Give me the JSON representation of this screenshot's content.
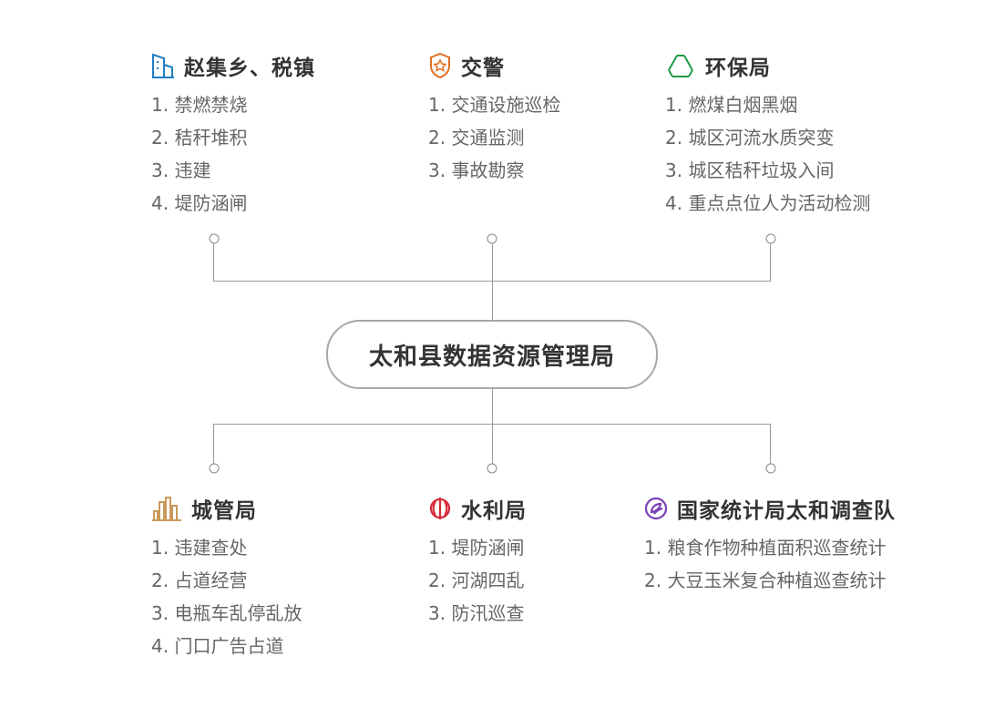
{
  "center": {
    "title": "太和县数据资源管理局"
  },
  "top_groups": [
    {
      "title": "赵集乡、税镇",
      "icon": "building-icon",
      "color": "#1f7fc4",
      "items": [
        "1. 禁燃禁烧",
        "2. 秸秆堆积",
        "3. 违建",
        "4. 堤防涵闸"
      ]
    },
    {
      "title": "交警",
      "icon": "police-badge-icon",
      "color": "#e07020",
      "items": [
        "1. 交通设施巡检",
        "2. 交通监测",
        "3. 事故勘察"
      ]
    },
    {
      "title": "环保局",
      "icon": "recycle-icon",
      "color": "#1f9a45",
      "items": [
        "1. 燃煤白烟黑烟",
        "2. 城区河流水质突变",
        "3. 城区秸秆垃圾入间",
        "4. 重点点位人为活动检测"
      ]
    }
  ],
  "bottom_groups": [
    {
      "title": "城管局",
      "icon": "city-buildings-icon",
      "color": "#c89a5a",
      "items": [
        "1. 违建查处",
        "2. 占道经营",
        "3. 电瓶车乱停乱放",
        "4. 门口广告占道"
      ]
    },
    {
      "title": "水利局",
      "icon": "water-conservancy-icon",
      "color": "#d62b3a",
      "items": [
        "1. 堤防涵闸",
        "2. 河湖四乱",
        "3. 防汛巡查"
      ]
    },
    {
      "title": "国家统计局太和调查队",
      "icon": "statistics-logo-icon",
      "color": "#7b3fb8",
      "items": [
        "1. 粮食作物种植面积巡查统计",
        "2. 大豆玉米复合种植巡查统计"
      ]
    }
  ]
}
